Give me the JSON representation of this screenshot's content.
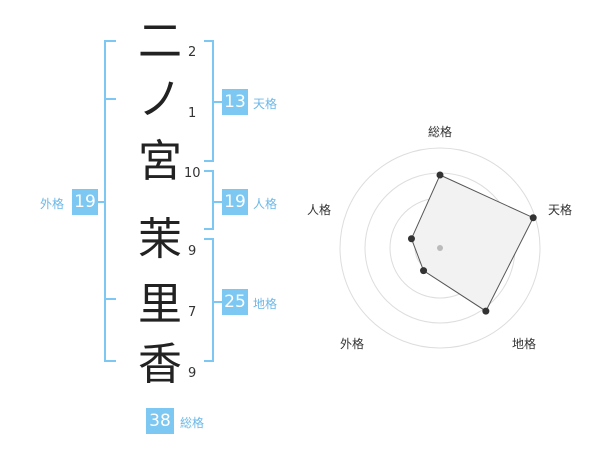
{
  "name": {
    "chars": [
      "二",
      "ノ",
      "宮",
      "茉",
      "里",
      "香"
    ],
    "strokes": [
      "2",
      "1",
      "10",
      "9",
      "7",
      "9"
    ]
  },
  "fortunes": {
    "tenkaku": {
      "value": "13",
      "label": "天格"
    },
    "jinkaku": {
      "value": "19",
      "label": "人格"
    },
    "chikaku": {
      "value": "25",
      "label": "地格"
    },
    "gaikaku": {
      "value": "19",
      "label": "外格"
    },
    "soukaku": {
      "value": "38",
      "label": "総格"
    }
  },
  "chart_data": {
    "type": "radar",
    "axes": [
      "総格",
      "天格",
      "地格",
      "外格",
      "人格"
    ],
    "values": [
      0.73,
      0.98,
      0.78,
      0.28,
      0.3
    ],
    "rings": 4
  },
  "colors": {
    "accent": "#7cc8f2",
    "radar_fill": "#f2f2f2",
    "radar_line": "#555555"
  }
}
